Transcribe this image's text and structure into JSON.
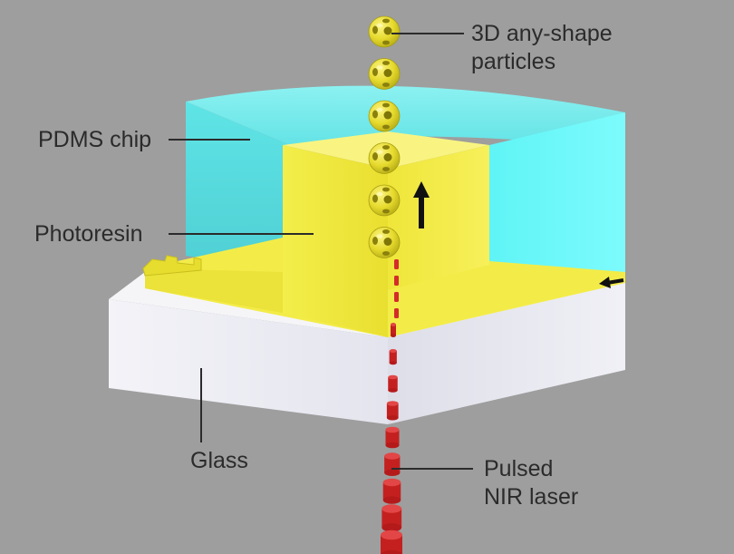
{
  "labels": {
    "particles": [
      "3D any-shape",
      "particles"
    ],
    "pdms": "PDMS chip",
    "photoresin": "Photoresin",
    "glass": "Glass",
    "laser": [
      "Pulsed",
      "NIR laser"
    ]
  },
  "colors": {
    "background": "#9e9e9e",
    "pdms": "#66f4f4",
    "photoresin": "#f2ea43",
    "glass": "#eeeef6",
    "laser": "#d42b2b",
    "particle": "#ece13a",
    "leader": "#2b2b2b"
  },
  "particle_count": 6,
  "laser_pulse_count": 9
}
